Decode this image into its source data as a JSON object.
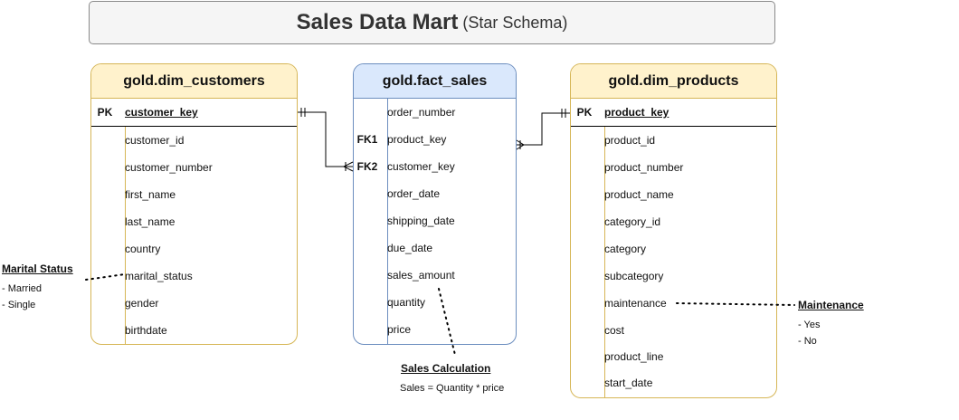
{
  "title": {
    "main": "Sales Data Mart",
    "sub": "(Star Schema)"
  },
  "customers": {
    "name": "gold.dim_customers",
    "pk_label": "PK",
    "pk_field": "customer_key",
    "fields": [
      "customer_id",
      "customer_number",
      "first_name",
      "last_name",
      "country",
      "marital_status",
      "gender",
      "birthdate"
    ]
  },
  "fact": {
    "name": "gold.fact_sales",
    "rows": [
      {
        "key": "",
        "field": "order_number"
      },
      {
        "key": "FK1",
        "field": "product_key"
      },
      {
        "key": "FK2",
        "field": "customer_key"
      },
      {
        "key": "",
        "field": "order_date"
      },
      {
        "key": "",
        "field": "shipping_date"
      },
      {
        "key": "",
        "field": "due_date"
      },
      {
        "key": "",
        "field": "sales_amount"
      },
      {
        "key": "",
        "field": "quantity"
      },
      {
        "key": "",
        "field": "price"
      }
    ]
  },
  "products": {
    "name": "gold.dim_products",
    "pk_label": "PK",
    "pk_field": "product_key",
    "fields": [
      "product_id",
      "product_number",
      "product_name",
      "category_id",
      "category",
      "subcategory",
      "maintenance",
      "cost",
      "product_line",
      "start_date"
    ]
  },
  "notes": {
    "marital": {
      "title": "Marital Status",
      "items": [
        "- Married",
        "- Single"
      ]
    },
    "sales": {
      "title": "Sales Calculation",
      "text": "Sales = Quantity * price"
    },
    "maintenance": {
      "title": "Maintenance",
      "items": [
        "- Yes",
        "- No"
      ]
    }
  },
  "colors": {
    "dim_fill": "#fff2cc",
    "dim_stroke": "#d6b656",
    "fact_fill": "#dae8fc",
    "fact_stroke": "#6c8ebf"
  }
}
